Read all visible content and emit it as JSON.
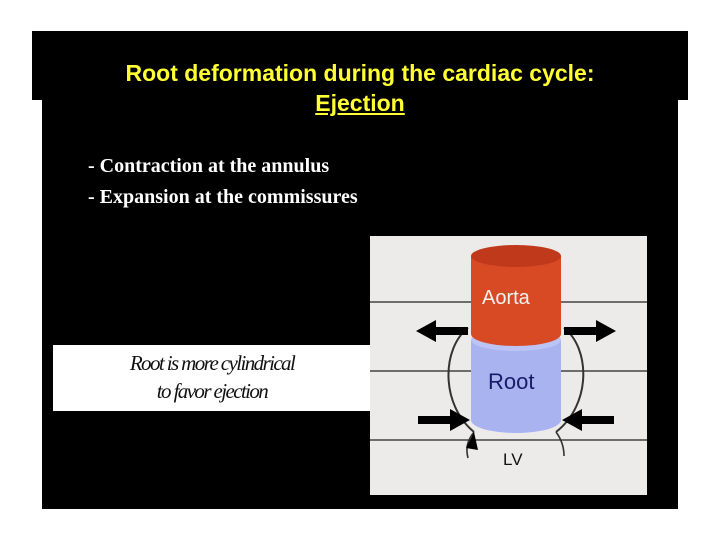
{
  "title": {
    "line1": "Root deformation during the cardiac cycle:",
    "line2": "Ejection"
  },
  "bullets": [
    "- Contraction at the annulus",
    "- Expansion at the commissures"
  ],
  "caption": {
    "line1": "Root is more cylindrical",
    "line2": "to favor ejection"
  },
  "figure": {
    "labels": {
      "aorta": "Aorta",
      "root": "Root",
      "lv": "LV"
    }
  },
  "colors": {
    "title": "#ffff33",
    "aorta": "#d84a24",
    "root": "#a9b3f0",
    "background": "#000000"
  }
}
